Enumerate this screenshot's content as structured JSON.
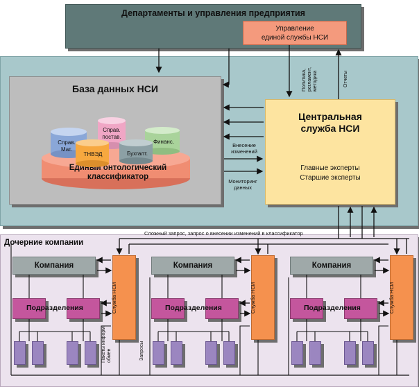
{
  "departments": {
    "title": "Департаменты и управления предприятия",
    "nsi_management": [
      "Управление",
      "единой службы НСИ"
    ]
  },
  "database": {
    "title": "База данных НСИ",
    "cylinders": [
      "Справ. Мат.",
      "Справ. постав.",
      "ТНВЭД",
      "Бухгалт.",
      "Финанс."
    ],
    "classifier": [
      "Единый онтологический",
      "классификатор"
    ]
  },
  "central_service": {
    "title": [
      "Центральная",
      "служба НСИ"
    ],
    "experts": [
      "Главные эксперты",
      "Старшие эксперты"
    ]
  },
  "flows": {
    "changes": [
      "Внесение",
      "изменений"
    ],
    "monitoring": [
      "Мониторинг",
      "данных"
    ],
    "policy": [
      "Политика,",
      "регламент,",
      "методика"
    ],
    "reports": "Отчеты",
    "complex_query": "Сложный запрос, запрос о внесении изменений в классификатор",
    "requests": "Запросы",
    "packets": [
      "Пакеты информ.",
      "обмен"
    ]
  },
  "subsidiaries": {
    "title": "Дочерние компании",
    "company_label": "Компания",
    "subdivision_label": "Подразделения",
    "service_label": "Служба НСИ"
  },
  "colors": {
    "departments": "#5f7978",
    "central_area": "#a8c8cb",
    "central_service": "#fde4a0",
    "subsidiaries_area": "#ece3ee",
    "service": "#f5914e",
    "subdivision": "#c4569d"
  }
}
